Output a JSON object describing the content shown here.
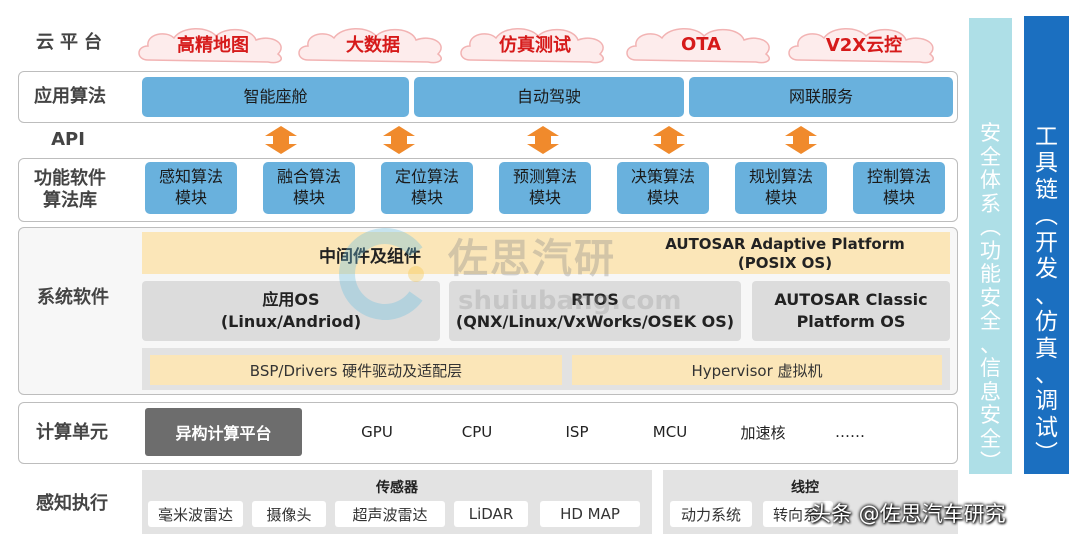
{
  "rows": {
    "cloud": "云平台",
    "app": "应用算法",
    "api": "API",
    "func_line1": "功能软件",
    "func_line2": "算法库",
    "system": "系统软件",
    "compute": "计算单元",
    "sense": "感知执行"
  },
  "cloud_items": [
    "高精地图",
    "大数据",
    "仿真测试",
    "OTA",
    "V2X云控"
  ],
  "app_items": [
    "智能座舱",
    "自动驾驶",
    "网联服务"
  ],
  "func_modules": [
    {
      "name": "感知算法",
      "sub": "模块"
    },
    {
      "name": "融合算法",
      "sub": "模块"
    },
    {
      "name": "定位算法",
      "sub": "模块"
    },
    {
      "name": "预测算法",
      "sub": "模块"
    },
    {
      "name": "决策算法",
      "sub": "模块"
    },
    {
      "name": "规划算法",
      "sub": "模块"
    },
    {
      "name": "控制算法",
      "sub": "模块"
    }
  ],
  "system": {
    "middleware": "中间件及组件",
    "adaptive_line1": "AUTOSAR Adaptive Platform",
    "adaptive_line2": "(POSIX OS)",
    "app_os_line1": "应用OS",
    "app_os_line2": "(Linux/Andriod)",
    "rtos_line1": "RTOS",
    "rtos_line2": "(QNX/Linux/VxWorks/OSEK OS)",
    "classic_line1": "AUTOSAR Classic",
    "classic_line2": "Platform OS",
    "bsp": "BSP/Drivers 硬件驱动及适配层",
    "hypervisor": "Hypervisor 虚拟机"
  },
  "compute": {
    "platform": "异构计算平台",
    "items": [
      "GPU",
      "CPU",
      "ISP",
      "MCU",
      "加速核",
      "……"
    ]
  },
  "sense": {
    "sensors_title": "传感器",
    "sensors": [
      "毫米波雷达",
      "摄像头",
      "超声波雷达",
      "LiDAR",
      "HD MAP"
    ],
    "control_title": "线控",
    "controls": [
      "动力系统",
      "转向系"
    ]
  },
  "side": {
    "security_chars": [
      "安",
      "全",
      "体",
      "系",
      "︵",
      "功",
      "能",
      "安",
      "全",
      "、",
      "信",
      "息",
      "安",
      "全",
      "︶"
    ],
    "toolchain_chars": [
      "工",
      "具",
      "链",
      "︵",
      "开",
      "发",
      "、",
      "仿",
      "真",
      "、",
      "调",
      "试",
      "︶"
    ]
  },
  "watermark": {
    "brand": "佐思汽研",
    "url": "shuiubang.com"
  },
  "footer": "头条 @佐思汽车研究",
  "colors": {
    "cloud_text": "#d61a1a",
    "blue_box": "#69b1dd",
    "arrow": "#f08a2c",
    "security_bar": "#aedfe7",
    "toolchain_bar": "#1b6fc0",
    "beige": "#fbe6b8"
  }
}
